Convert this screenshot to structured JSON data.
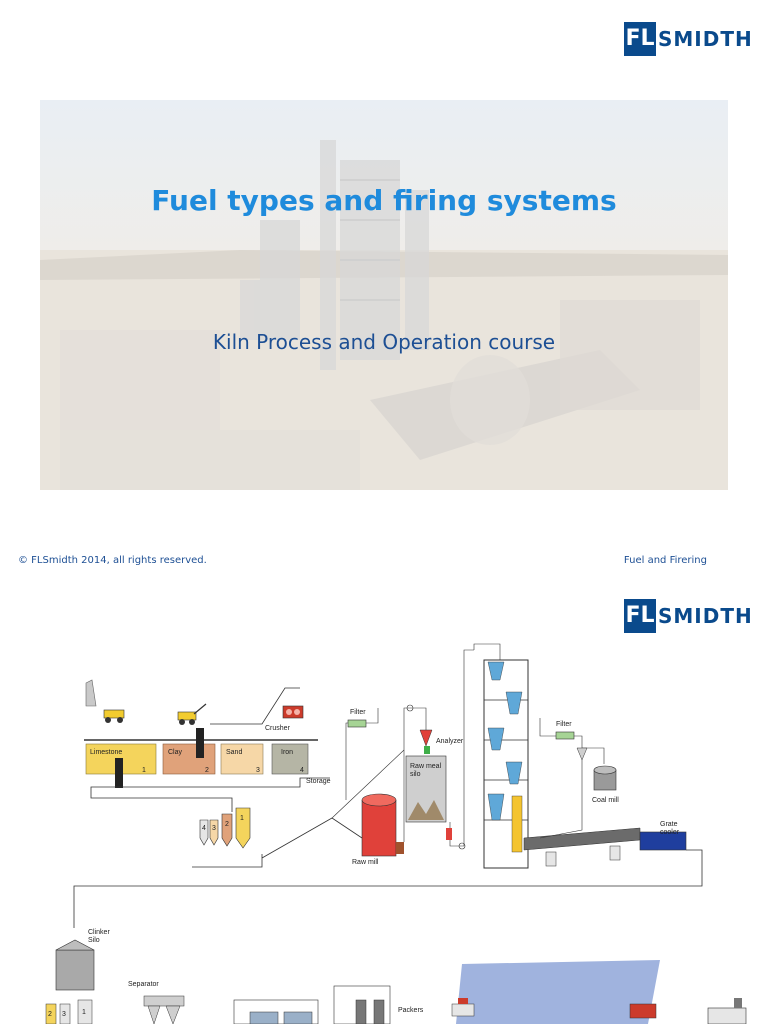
{
  "slide1": {
    "logo": {
      "left_mark": "FL",
      "right_mark": "SMIDTH"
    },
    "title": "Fuel types and firing systems",
    "subtitle": "Kiln Process and Operation course",
    "footer_left": "© FLSmidth 2014, all rights reserved.",
    "footer_right": "Fuel and Firering"
  },
  "slide2": {
    "logo": {
      "left_mark": "FL",
      "right_mark": "SMIDTH"
    },
    "labels": {
      "limestone": "Limestone",
      "clay": "Clay",
      "sand": "Sand",
      "iron": "Iron",
      "crusher": "Crusher",
      "storage": "Storage",
      "filter1": "Filter",
      "filter2": "Filter",
      "analyzer": "Analyzer",
      "rawmeal_silo_1": "Raw meal",
      "rawmeal_silo_2": "silo",
      "rawmill": "Raw mill",
      "coal_mill": "Coal mill",
      "grate_cooler_1": "Grate",
      "grate_cooler_2": "cooler",
      "clinker_silo_1": "Clinker",
      "clinker_silo_2": "Silo",
      "separator": "Separator",
      "packers": "Packers"
    },
    "bins": {
      "n1": "1",
      "n2": "2",
      "n3": "3",
      "n4": "4"
    }
  }
}
